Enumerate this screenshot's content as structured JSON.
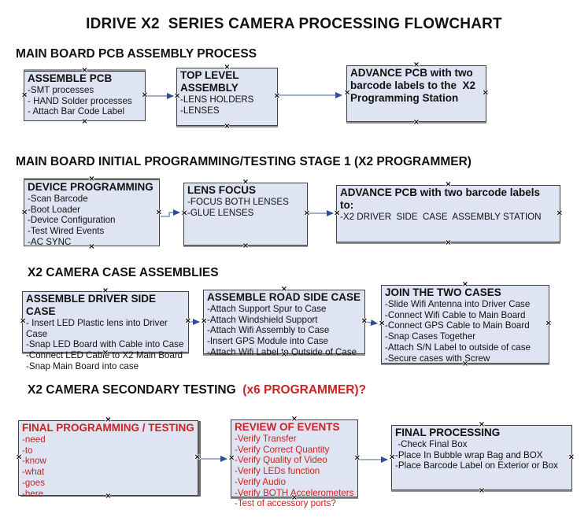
{
  "title": "IDRIVE X2  SERIES CAMERA PROCESSING FLOWCHART",
  "colors": {
    "box_fill": "#dee4f1",
    "box_border": "#404040",
    "red_text": "#cc2222",
    "arrow_line": "#8096bb",
    "arrow_head": "#2d4d97"
  },
  "icons": {
    "connection_handle": "×"
  },
  "sections": [
    {
      "header": "MAIN BOARD PCB ASSEMBLY PROCESS",
      "boxes": [
        {
          "title": "ASSEMBLE PCB",
          "items": [
            "-SMT processes",
            "- HAND Solder processes",
            "- Attach Bar Code Label"
          ]
        },
        {
          "title": "TOP LEVEL ASSEMBLY",
          "items": [
            "-LENS HOLDERS",
            "-LENSES"
          ]
        },
        {
          "title": "ADVANCE PCB with two barcode labels to the  X2 Programming Station",
          "items": []
        }
      ]
    },
    {
      "header": "MAIN BOARD INITIAL PROGRAMMING/TESTING STAGE 1 (X2 PROGRAMMER)",
      "boxes": [
        {
          "title": "DEVICE PROGRAMMING",
          "items": [
            "-Scan Barcode",
            "-Boot Loader",
            "-Device Configuration",
            "-Test Wired Events",
            "-AC SYNC"
          ]
        },
        {
          "title": "LENS FOCUS",
          "items": [
            "-FOCUS BOTH LENSES",
            "-GLUE LENSES"
          ]
        },
        {
          "title": "ADVANCE PCB with two barcode labels to:",
          "items": [
            "-X2 DRIVER  SIDE  CASE  ASSEMBLY STATION"
          ]
        }
      ]
    },
    {
      "header": "X2 CAMERA CASE ASSEMBLIES",
      "boxes": [
        {
          "title": "ASSEMBLE DRIVER SIDE CASE",
          "items": [
            "- Insert LED Plastic lens into Driver Case",
            "-Snap LED Board with Cable into Case",
            "-Connect LED Cable to X2 Main Board",
            "-Snap Main Board into case"
          ]
        },
        {
          "title": "ASSEMBLE ROAD SIDE CASE",
          "items": [
            "-Attach Support Spur to Case",
            "-Attach Windshield Support",
            "-Attach Wifi Assembly to Case",
            "-Insert GPS Module into Case",
            "-Attach Wifi Label to Outside of Case"
          ]
        },
        {
          "title": "JOIN THE TWO CASES",
          "items": [
            "-Slide Wifi Antenna into Driver Case",
            "-Connect Wifi Cable to Main Board",
            "-Connect GPS Cable to Main Board",
            "-Snap Cases Together",
            "-Attach S/N Label to outside of case",
            "-Secure cases with Screw"
          ]
        }
      ]
    },
    {
      "header": "X2 CAMERA SECONDARY TESTING ",
      "header_suffix": " (x6 PROGRAMMER)?",
      "boxes": [
        {
          "title": "FINAL PROGRAMMING / TESTING",
          "items": [
            "-need",
            "-to",
            "-know",
            "-what",
            "-goes",
            "-here"
          ]
        },
        {
          "title": "REVIEW OF EVENTS",
          "items": [
            "-Verify Transfer",
            "-Verify Correct Quantity",
            "-Verify Quality of Video",
            "-Verify LEDs function",
            "-Verify Audio",
            "-Verify BOTH Accelerometers",
            "-Test of accessory ports?"
          ]
        },
        {
          "title": "FINAL PROCESSING",
          "items": [
            " -Check Final Box",
            "-Place In Bubble wrap Bag and BOX",
            "-Place Barcode Label on Exterior or Box"
          ]
        }
      ]
    }
  ]
}
